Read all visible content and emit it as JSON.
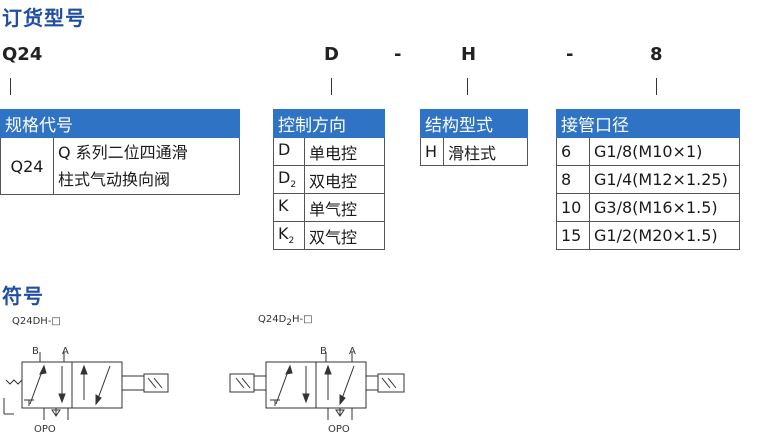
{
  "ordering": {
    "title": "订货型号",
    "code_parts": [
      "Q24",
      "D",
      "-",
      "H",
      "-",
      "8"
    ]
  },
  "spec_table": {
    "header": "规格代号",
    "code": "Q24",
    "desc_line1": "Q 系列二位四通滑",
    "desc_line2": "柱式气动换向阀"
  },
  "control_table": {
    "header": "控制方向",
    "rows": [
      {
        "code": "D",
        "sub": "",
        "label": "单电控"
      },
      {
        "code": "D",
        "sub": "2",
        "label": "双电控"
      },
      {
        "code": "K",
        "sub": "",
        "label": "单气控"
      },
      {
        "code": "K",
        "sub": "2",
        "label": "双气控"
      }
    ]
  },
  "structure_table": {
    "header": "结构型式",
    "rows": [
      {
        "code": "H",
        "label": "滑柱式"
      }
    ]
  },
  "port_table": {
    "header": "接管口径",
    "rows": [
      {
        "code": "6",
        "label": "G1/8(M10×1)"
      },
      {
        "code": "8",
        "label": "G1/4(M12×1.25)"
      },
      {
        "code": "10",
        "label": "G3/8(M16×1.5)"
      },
      {
        "code": "15",
        "label": "G1/2(M20×1.5)"
      }
    ]
  },
  "symbols": {
    "title": "符号",
    "sym1": {
      "label": "Q24DH-□",
      "port_b": "B",
      "port_a": "A",
      "bottom": "OPO"
    },
    "sym2": {
      "label_prefix": "Q24D",
      "label_sub": "2",
      "label_suffix": "H-□",
      "port_b": "B",
      "port_a": "A",
      "bottom": "OPO"
    }
  }
}
